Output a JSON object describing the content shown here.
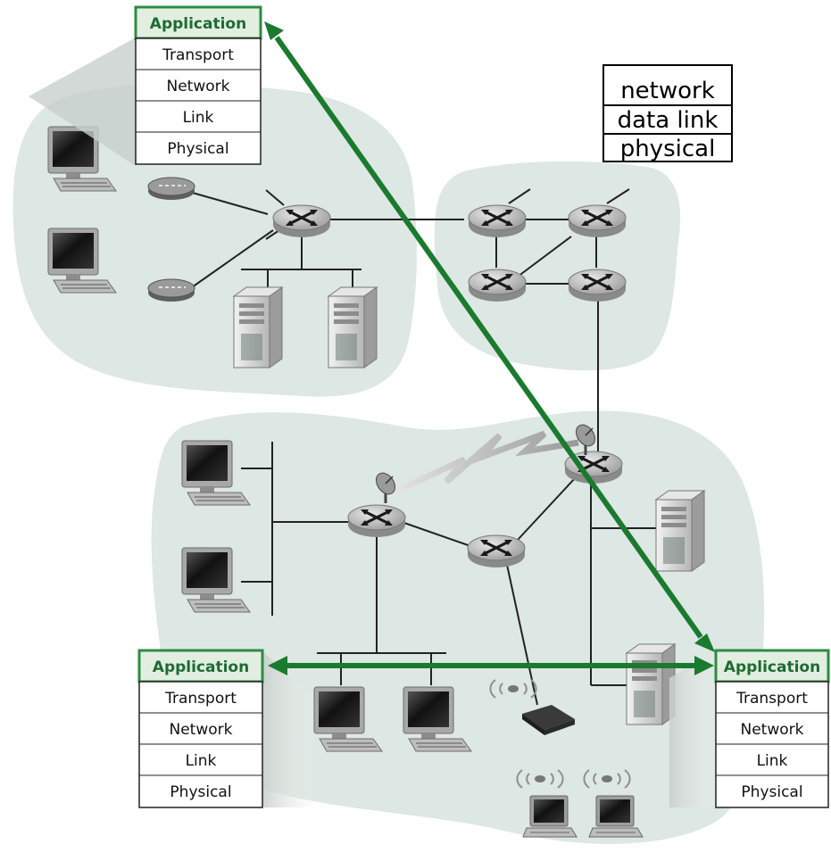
{
  "protocol_stacks": [
    {
      "id": "top-left",
      "layers": [
        "Application",
        "Transport",
        "Network",
        "Link",
        "Physical"
      ]
    },
    {
      "id": "bottom-left",
      "layers": [
        "Application",
        "Transport",
        "Network",
        "Link",
        "Physical"
      ]
    },
    {
      "id": "bottom-right",
      "layers": [
        "Application",
        "Transport",
        "Network",
        "Link",
        "Physical"
      ]
    }
  ],
  "router_stack": {
    "layers": [
      "network",
      "data link",
      "physical"
    ]
  },
  "colors": {
    "network_blob": "#dde7e3",
    "application_layer": "#e2efe0",
    "application_border": "#2e8b45",
    "arrow": "#1a7a2e",
    "device_gray": "#9a9a9a",
    "router_gray": "#b9b9b9"
  },
  "icons": {
    "router": "router-icon",
    "desktop": "desktop-computer-icon",
    "laptop": "laptop-icon",
    "server": "server-tower-icon",
    "modem": "modem-icon",
    "wireless_access_point": "wireless-access-point-icon",
    "antenna": "satellite-antenna-icon",
    "wireless_signal": "wireless-signal-icon"
  }
}
